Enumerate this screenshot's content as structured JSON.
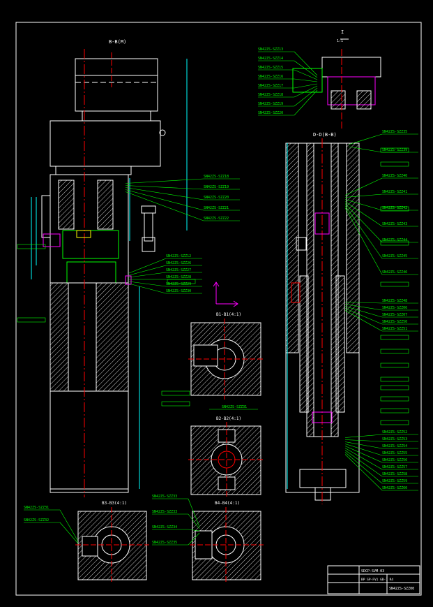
{
  "colors": {
    "background": "#000000",
    "frame": "#ffffff",
    "outline": "#ffffff",
    "hatch": "#ffffff",
    "leader": "#00ff00",
    "label": "#00ff00",
    "centerline": "#ff0000",
    "dimension": "#00ffff",
    "magenta": "#ff00ff",
    "yellow": "#ffff00",
    "section_title": "#ffffff"
  },
  "sections": {
    "bb": "B-B(M)",
    "dd": "D-D(B-B)",
    "b1": "B1-B1(4:1)",
    "b2": "B2-B2(4:1)",
    "b3": "B3-B3(4:1)",
    "b4": "B4-B4(4:1)",
    "detail_i": "I",
    "detail_scale": "1:1"
  },
  "labels": {
    "top_detail": [
      "SN42ZS-SZZ13",
      "SN42ZS-SZZ14",
      "SN42ZS-SZZ15",
      "SN42ZS-SZZ16",
      "SN42ZS-SZZ17",
      "SN42ZS-SZZ18",
      "SN42ZS-SZZ19",
      "SN42ZS-SZZ20"
    ],
    "left_upper": [
      "SN42ZS-SZZ18",
      "SN42ZS-SZZ19",
      "SN42ZS-SZZ20",
      "SN42ZS-SZZ21",
      "SN42ZS-SZZ22"
    ],
    "left_middle": [
      "SN42ZS-SZZ12",
      "SN42ZS-SZZ26",
      "SN42ZS-SZZ27",
      "SN42ZS-SZZ28",
      "SN42ZS-SZZ29",
      "SN42ZS-SZZ30"
    ],
    "b1_label": "SN42ZS-SZZ31",
    "b3_left": [
      "SN42ZS-SZZ31",
      "SN42ZS-SZZ32"
    ],
    "b4_left": [
      "SN42ZS-SZZ33",
      "SN42ZS-SZZ33",
      "SN42ZS-SZZ34",
      "SN42ZS-SZZ35"
    ],
    "right_top": [
      "SN42ZS-SZZ35",
      "SN42ZS-SZZ39"
    ],
    "right_upper": [
      "SN42ZS-SZZ40",
      "SN42ZS-SZZ41",
      "SN42ZS-SZZ42",
      "SN42ZS-SZZ43",
      "SN42ZS-SZZ44",
      "SN42ZS-SZZ45",
      "SN42ZS-SZZ46"
    ],
    "right_middle": [
      "SN42ZS-SZZ48",
      "SN42ZS-SZZ06",
      "SN42ZS-SZZ07",
      "SN42ZS-SZZ50",
      "SN42ZS-SZZ51"
    ],
    "right_lower": [
      "SN42ZS-SZZ52",
      "SN42ZS-SZZ53",
      "SN42ZS-SZZ54",
      "SN42ZS-SZZ55",
      "SN42ZS-SZZ56",
      "SN42ZS-SZZ57",
      "SN42ZS-SZZ58",
      "SN42ZS-SZZ59",
      "SN42ZS-SZZ60"
    ]
  },
  "title_block": {
    "title": "SDCP-SVM-03",
    "code": "SN42ZS-SZZ00",
    "subtitle": "BP SP-FV1 GB-1 R4"
  }
}
